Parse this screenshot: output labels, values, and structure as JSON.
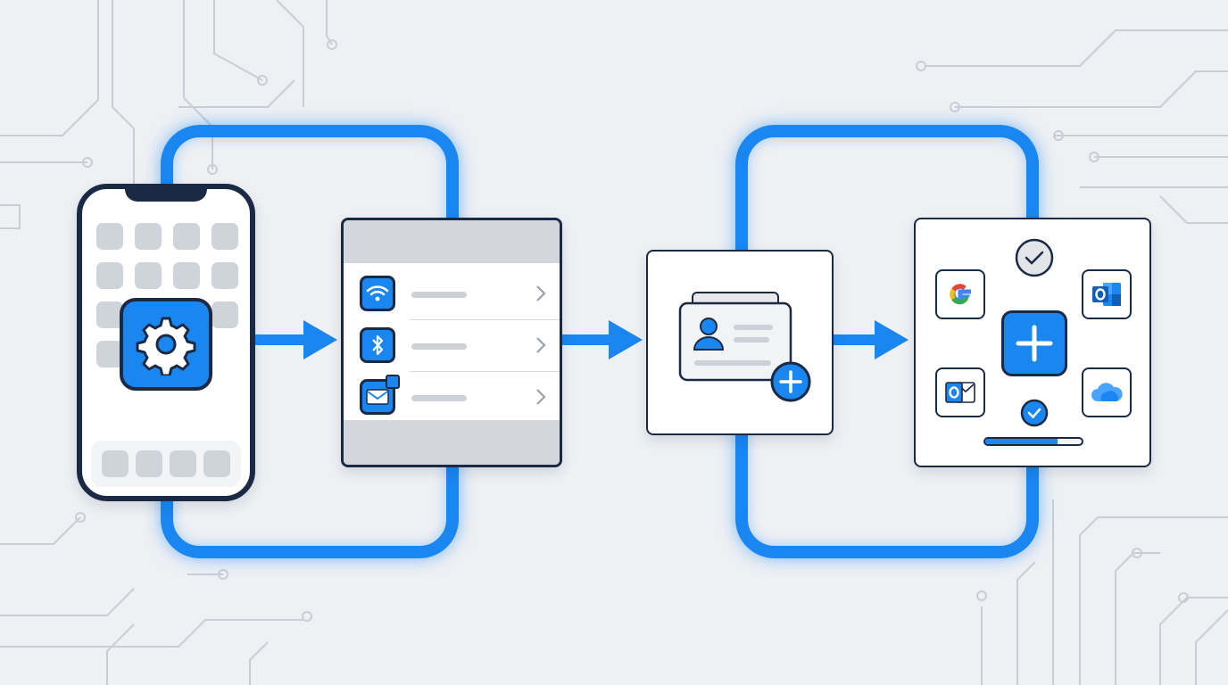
{
  "diagram": {
    "steps": [
      {
        "id": "open-settings",
        "icon": "gear-icon"
      },
      {
        "id": "settings-list",
        "rows": [
          {
            "icon": "wifi-icon"
          },
          {
            "icon": "bluetooth-icon"
          },
          {
            "icon": "mail-icon"
          }
        ]
      },
      {
        "id": "add-contact-account",
        "icon": "contact-card-plus-icon"
      },
      {
        "id": "choose-account-provider",
        "providers": [
          "google-icon",
          "outlook-icon",
          "outlook-mail-icon",
          "icloud-icon"
        ]
      }
    ]
  },
  "colors": {
    "accent": "#1a86f0",
    "outline": "#1b2a44",
    "background": "#eef0f4",
    "panel_gray": "#d3d6db",
    "circuit": "#c9ced6"
  },
  "progress": {
    "value": 0.75
  }
}
